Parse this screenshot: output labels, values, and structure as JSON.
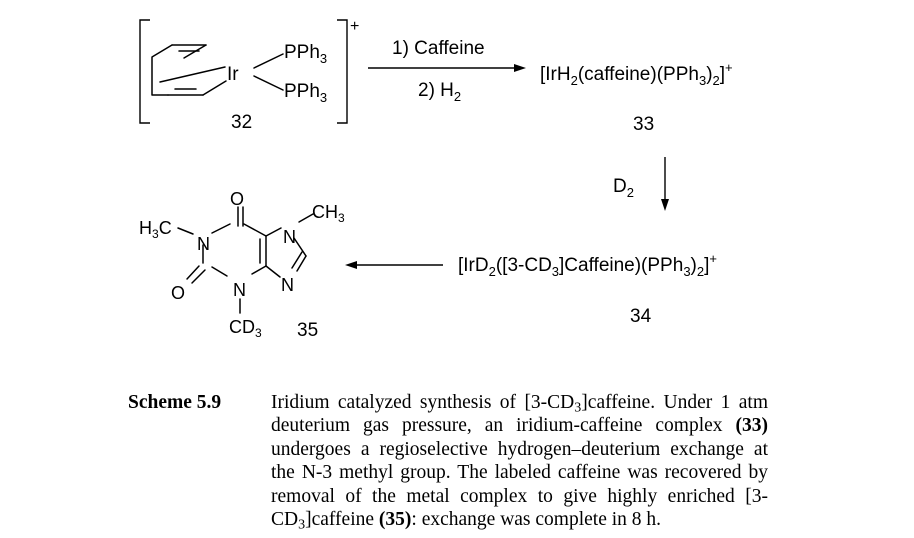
{
  "scheme": {
    "complex_32": {
      "metal": "Ir",
      "ligands": [
        {
          "text": "PPh",
          "sub": "3"
        },
        {
          "text": "PPh",
          "sub": "3"
        }
      ],
      "charge": "+",
      "number": "32"
    },
    "step1": {
      "reagent_1": "1) Caffeine",
      "reagent_2_text": "2) H",
      "reagent_2_sub": "2"
    },
    "complex_33": {
      "formula": [
        {
          "t": "[IrH"
        },
        {
          "s": "2"
        },
        {
          "t": "(caffeine)(PPh"
        },
        {
          "s": "3"
        },
        {
          "t": ")"
        },
        {
          "s": "2"
        },
        {
          "t": "]"
        },
        {
          "p": "+"
        }
      ],
      "number": "33"
    },
    "step2": {
      "reagent_text": "D",
      "reagent_sub": "2"
    },
    "complex_34": {
      "formula": [
        {
          "t": "[IrD"
        },
        {
          "s": "2"
        },
        {
          "t": "([3-CD"
        },
        {
          "s": "3"
        },
        {
          "t": "]Caffeine)(PPh"
        },
        {
          "s": "3"
        },
        {
          "t": ")"
        },
        {
          "s": "2"
        },
        {
          "t": "]"
        },
        {
          "p": "+"
        }
      ],
      "number": "34"
    },
    "product_35": {
      "atoms": {
        "o_top": "O",
        "o_left": "O",
        "n1": "N",
        "n3": "N",
        "n7": "N",
        "n9": "N",
        "h3c_main": "H",
        "h3c_sub": "3",
        "h3c_tail": "C",
        "ch3_main": "CH",
        "ch3_sub": "3",
        "cd3_main": "CD",
        "cd3_sub": "3"
      },
      "number": "35"
    }
  },
  "caption": {
    "label": "Scheme 5.9",
    "parts": [
      {
        "t": "Iridium catalyzed synthesis of [3-CD"
      },
      {
        "s": "3"
      },
      {
        "t": "]caffeine. Under 1 atm deuterium gas pressure, an iridium-caffeine complex "
      },
      {
        "b": "(33)"
      },
      {
        "t": " undergoes a regioselective hydrogen–deuterium exchange at the N-3 methyl group. The labeled caffeine was recovered by removal of the metal complex to give highly enriched [3-CD"
      },
      {
        "s": "3"
      },
      {
        "t": "]caffeine "
      },
      {
        "b": "(35)"
      },
      {
        "t": ": exchange was complete in 8 h."
      }
    ]
  }
}
